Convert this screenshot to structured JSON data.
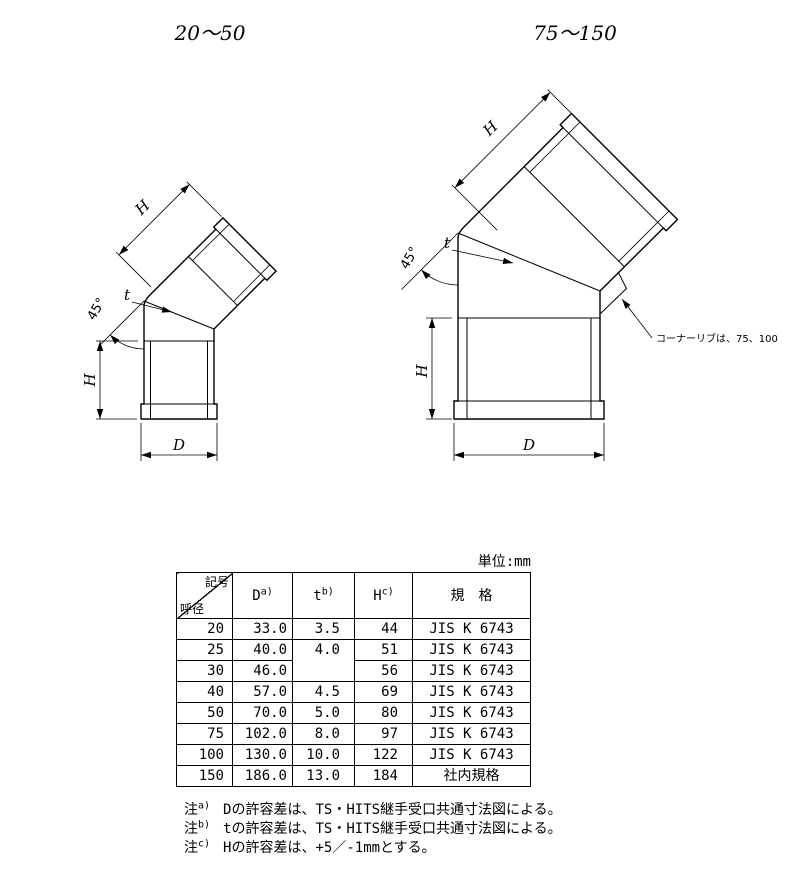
{
  "drawings": {
    "left": {
      "label": "20～50",
      "dim_h": "H",
      "dim_d": "D",
      "dim_t": "t",
      "angle_label": "45°"
    },
    "right": {
      "label": "75～150",
      "dim_h": "H",
      "dim_d": "D",
      "dim_t": "t",
      "angle_label": "45°",
      "corner_rib_note": "コーナーリブは、75、100"
    }
  },
  "table": {
    "unit_label": "単位:mm",
    "header": {
      "corner_top": "記号",
      "corner_bottom": "呼径",
      "col_d": "D",
      "col_d_sup": "a)",
      "col_t": "t",
      "col_t_sup": "b)",
      "col_h": "H",
      "col_h_sup": "c)",
      "col_spec": "規　格"
    },
    "rows": [
      {
        "size": "20",
        "d": "33.0",
        "t": "3.5",
        "h": "44",
        "spec": "JIS K 6743"
      },
      {
        "size": "25",
        "d": "40.0",
        "t": "4.0",
        "t_rowspan": 2,
        "h": "51",
        "spec": "JIS K 6743"
      },
      {
        "size": "30",
        "d": "46.0",
        "t": null,
        "h": "56",
        "spec": "JIS K 6743"
      },
      {
        "size": "40",
        "d": "57.0",
        "t": "4.5",
        "h": "69",
        "spec": "JIS K 6743"
      },
      {
        "size": "50",
        "d": "70.0",
        "t": "5.0",
        "h": "80",
        "spec": "JIS K 6743"
      },
      {
        "size": "75",
        "d": "102.0",
        "t": "8.0",
        "h": "97",
        "spec": "JIS K 6743"
      },
      {
        "size": "100",
        "d": "130.0",
        "t": "10.0",
        "h": "122",
        "spec": "JIS K 6743"
      },
      {
        "size": "150",
        "d": "186.0",
        "t": "13.0",
        "h": "184",
        "spec": "社内規格"
      }
    ]
  },
  "notes": [
    {
      "prefix": "注",
      "sup": "a)",
      "text": "Dの許容差は、TS・HITS継手受口共通寸法図による。"
    },
    {
      "prefix": "注",
      "sup": "b)",
      "text": "tの許容差は、TS・HITS継手受口共通寸法図による。"
    },
    {
      "prefix": "注",
      "sup": "c)",
      "text": "Hの許容差は、+5／-1mmとする。"
    }
  ]
}
